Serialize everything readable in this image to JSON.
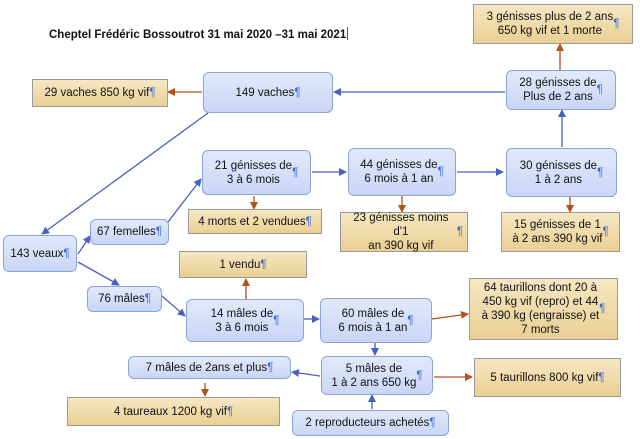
{
  "title": "Cheptel Frédéric Bossoutrot 31 mai 2020 –31 mai 2021",
  "pilcrow": "¶",
  "colors": {
    "node_fill": "#c9d6f5",
    "outcome_fill": "#e9cf93",
    "blue_arrow": "#4a5fc1",
    "brown_arrow": "#b0521a"
  },
  "nodes": {
    "vaches": "149 vaches",
    "veaux": "143 veaux",
    "femelles": "67 femelles",
    "males": "76 mâles",
    "gen_3_6": "21 génisses de\n3 à 6 mois",
    "gen_6_1": "44 génisses de\n6 mois à 1 an",
    "gen_1_2": "30 génisses de\n1 à 2 ans",
    "gen_plus2": "28 génisses de\nPlus de 2 ans",
    "males_3_6": "14 mâles de\n3 à 6 mois",
    "males_6_1": "60 mâles de\n6 mois à 1 an",
    "males_1_2": "5 mâles de\n1 à 2 ans 650 kg",
    "males_2ans": "7 mâles de 2ans et plus",
    "repro": "2 reproducteurs achetés"
  },
  "outcomes": {
    "vaches_vif": "29 vaches 850 kg vif",
    "gen_plus2_out": "3 génisses plus de 2 ans\n650 kg vif et 1 morte",
    "morts_vendues": "4 morts et 2 vendues",
    "gen_moins1": "23 génisses moins d'1\nan 390 kg vif",
    "gen_1_2_out": "15 génisses de 1\nà 2 ans 390 kg vif",
    "vendu": "1 vendu",
    "taurillons_64": "64 taurillons dont 20 à\n450 kg vif (repro) et 44\nà 390 kg (engraisse) et\n7 morts",
    "taurillons_5": "5 taurillons 800 kg vif",
    "taureaux": "4 taureaux 1200 kg vif"
  }
}
